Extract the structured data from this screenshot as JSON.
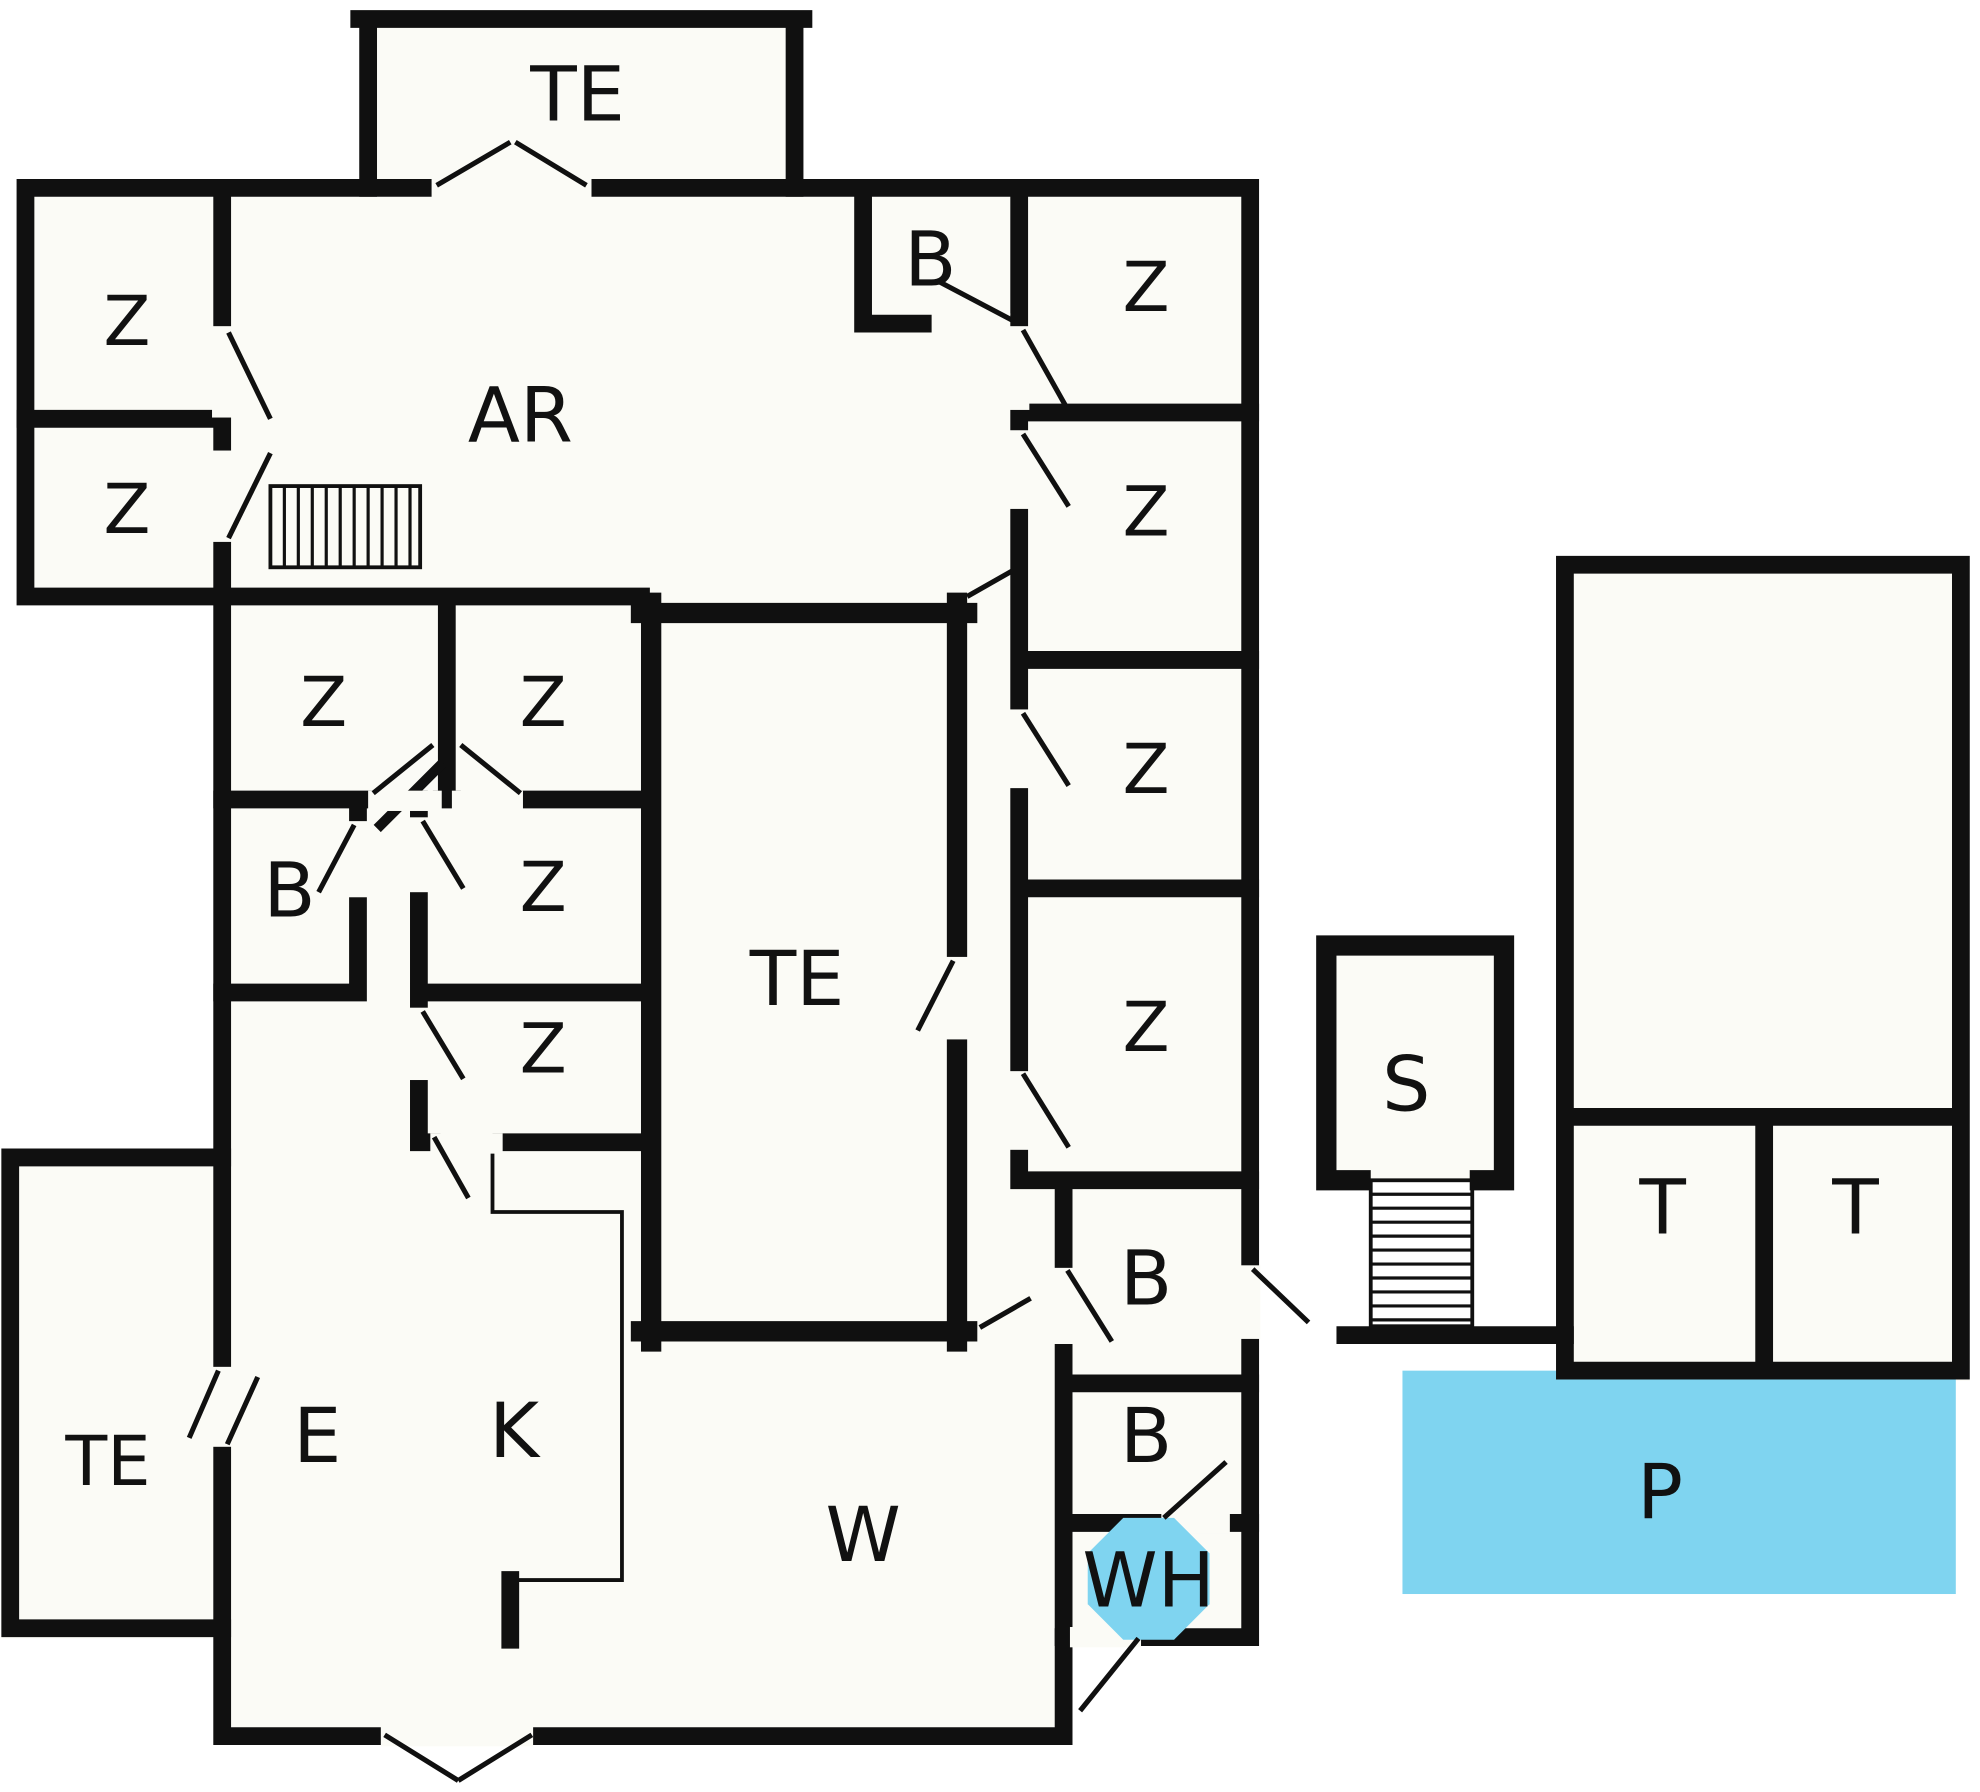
{
  "colors": {
    "wall": "#101010",
    "floor": "#fbfbf6",
    "water": "#7fd4f0",
    "label": "#111111"
  },
  "rooms": [
    {
      "id": "terrace-top",
      "label": "TE"
    },
    {
      "id": "room-z-upper-left-1",
      "label": "Z"
    },
    {
      "id": "room-z-upper-left-2",
      "label": "Z"
    },
    {
      "id": "room-ar",
      "label": "AR"
    },
    {
      "id": "room-b-top",
      "label": "B"
    },
    {
      "id": "room-z-right-1",
      "label": "Z"
    },
    {
      "id": "room-z-right-2",
      "label": "Z"
    },
    {
      "id": "room-z-right-3",
      "label": "Z"
    },
    {
      "id": "room-z-right-4",
      "label": "Z"
    },
    {
      "id": "room-z-mid-1",
      "label": "Z"
    },
    {
      "id": "room-z-mid-2",
      "label": "Z"
    },
    {
      "id": "room-b-mid",
      "label": "B"
    },
    {
      "id": "room-z-mid-3",
      "label": "Z"
    },
    {
      "id": "room-z-mid-4",
      "label": "Z"
    },
    {
      "id": "terrace-center",
      "label": "TE"
    },
    {
      "id": "room-b-right-1",
      "label": "B"
    },
    {
      "id": "room-b-right-2",
      "label": "B"
    },
    {
      "id": "terrace-left",
      "label": "TE"
    },
    {
      "id": "room-e",
      "label": "E"
    },
    {
      "id": "room-k",
      "label": "K"
    },
    {
      "id": "room-w",
      "label": "W"
    },
    {
      "id": "whirlpool",
      "label": "WH"
    },
    {
      "id": "room-s",
      "label": "S"
    },
    {
      "id": "room-t-1",
      "label": "T"
    },
    {
      "id": "room-t-2",
      "label": "T"
    },
    {
      "id": "pool",
      "label": "P"
    }
  ]
}
